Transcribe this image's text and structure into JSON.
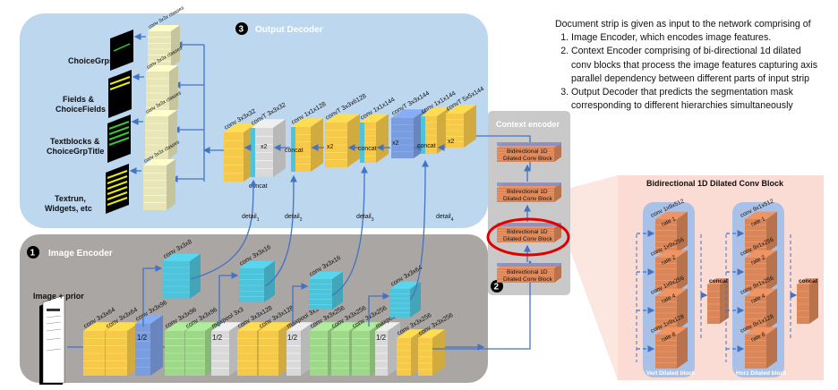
{
  "description": {
    "intro": "Document strip is given as input to the network comprising of",
    "items": [
      "Image Encoder, which encodes image features.",
      "Context Encoder comprising of bi-directional 1d dilated conv blocks that process the image features capturing axis parallel dependency between different parts of input strip",
      "Output Decoder that predicts the segmentation mask corresponding to different hierarchies simultaneously"
    ]
  },
  "output_decoder": {
    "number": "3",
    "title": "Output Decoder",
    "outputs": [
      "ChoiceGrps",
      "Fields &",
      "ChoiceFields",
      "Textblocks &",
      "ChoiceGrpTitle",
      "Textrun,",
      "Widgets, etc"
    ],
    "class_conv_label": "conv 3x3x classes",
    "layers": [
      "conv 3x3x32",
      "convT 3x3x32",
      "conv 1x1x128",
      "convT 3x3x6128",
      "conv 1x1x144",
      "convT 3x3x144",
      "conv 1x1x144",
      "convT 5x5x144"
    ],
    "concat": "concat",
    "x2": "x2",
    "details": [
      "detail",
      "detail",
      "detail",
      "detail"
    ],
    "detail_subscripts": [
      "1",
      "2",
      "3",
      "4"
    ]
  },
  "image_encoder": {
    "number": "1",
    "title": "Image Encoder",
    "input_label": "Image + prior",
    "layers": [
      "conv 3x3x64",
      "conv 3x3x64",
      "conv 3x3x96",
      "conv 3x3x96",
      "conv 3x3x96",
      "maxpool 3x3",
      "conv 3x3x128",
      "conv 3x3x128",
      "maxpool 3x3",
      "conv 3x3x256",
      "conv 3x3x256",
      "conv 3x3x256",
      "maxpool 3x3",
      "conv 3x3x256",
      "conv 3x3x256"
    ],
    "half": "1/2",
    "detail_layers": [
      "conv 3x3x8",
      "conv 3x3x16",
      "conv 3x3x16",
      "conv 3x3x64"
    ]
  },
  "context_encoder": {
    "number": "2",
    "title": "Context encoder",
    "block_line1": "Bidirectional 1D",
    "block_line2": "Dilated Conv Block"
  },
  "dilated_block": {
    "title": "Bidirectional 1D Dilated Conv Block",
    "vert_label": "Vert Dilated block",
    "horz_label": "Horz Dilated block",
    "vert_layers": [
      [
        "conv 1x9x512",
        "rate 1"
      ],
      [
        "conv 1x9x256",
        "rate 2"
      ],
      [
        "conv 1x9x256",
        "rate 4"
      ],
      [
        "conv 1x9x128",
        "rate 8"
      ]
    ],
    "horz_layers": [
      [
        "conv 9x1x512",
        "rate 1"
      ],
      [
        "conv 9x1x256",
        "rate 2"
      ],
      [
        "conv 9x1x256",
        "rate 4"
      ],
      [
        "conv 9x1x128",
        "rate 8"
      ]
    ],
    "concat": "concat"
  },
  "colors": {
    "decoder_bg": "#bdd7ee",
    "encoder_bg": "#a9a6a3",
    "context_bg": "#c9c9c9",
    "dilated_bg": "#fbdcd4",
    "yellow": "#f6c94a",
    "cyan": "#4fc3d9",
    "blue": "#7a9de0",
    "green": "#9fd88a",
    "gray": "#d9d9d9",
    "cream": "#e8e6b8",
    "orange": "#d9875a",
    "arrow": "#4472c4",
    "highlight": "#e00000"
  }
}
